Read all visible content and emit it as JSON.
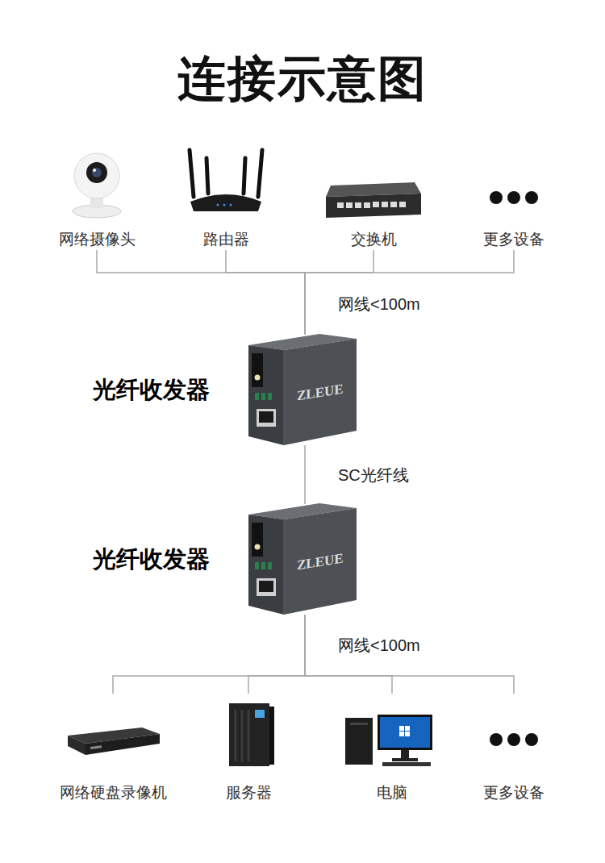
{
  "diagram": {
    "title": "连接示意图",
    "nodes": [
      {
        "text": [
          "网络摄像头"
        ]
      },
      {
        "text": [
          "路由器"
        ]
      },
      {
        "text": [
          "交换机"
        ]
      },
      {
        "text": [
          "更多设备"
        ]
      },
      {
        "text": [
          "光纤收发器"
        ]
      },
      {
        "text": [
          "光纤收发器"
        ]
      },
      {
        "text": [
          "网络硬盘录像机"
        ]
      },
      {
        "text": [
          "服务器"
        ]
      },
      {
        "text": [
          "电脑"
        ]
      },
      {
        "text": [
          "更多设备"
        ]
      }
    ],
    "edges": [
      {
        "from": 0,
        "to": 4,
        "arrow": "none",
        "label": "网线<100m"
      },
      {
        "from": 1,
        "to": 4,
        "arrow": "none"
      },
      {
        "from": 2,
        "to": 4,
        "arrow": "none"
      },
      {
        "from": 3,
        "to": 4,
        "arrow": "none"
      },
      {
        "from": 4,
        "to": 5,
        "arrow": "none",
        "label": "SC光纤线"
      },
      {
        "from": 5,
        "to": 6,
        "arrow": "none",
        "label": "网线<100m"
      },
      {
        "from": 5,
        "to": 7,
        "arrow": "none"
      },
      {
        "from": 5,
        "to": 8,
        "arrow": "none"
      },
      {
        "from": 5,
        "to": 9,
        "arrow": "none"
      }
    ],
    "labels": [
      "ZLEUE",
      "ZLEUE"
    ]
  }
}
